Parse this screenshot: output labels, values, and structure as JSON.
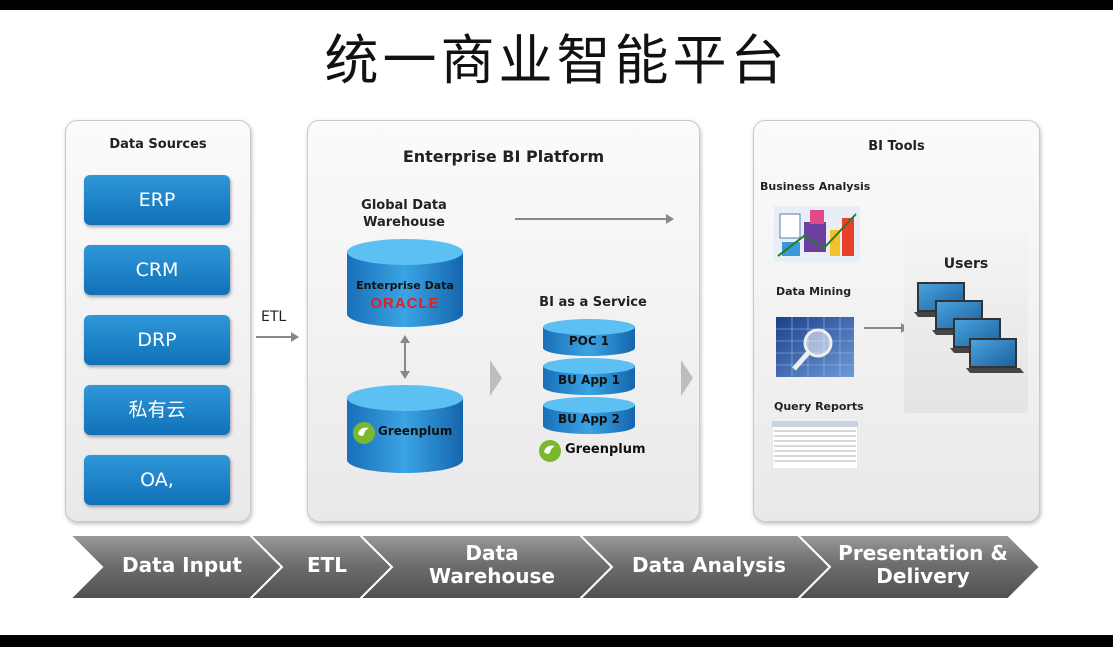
{
  "title": "统一商业智能平台",
  "data_sources": {
    "heading": "Data Sources",
    "items": [
      "ERP",
      "CRM",
      "DRP",
      "私有云",
      "OA,"
    ]
  },
  "etl_label": "ETL",
  "platform": {
    "heading": "Enterprise BI Platform",
    "warehouse_label": "Global Data Warehouse",
    "enterprise_db_label": "Enterprise Data",
    "oracle_logo": "ORACLE",
    "greenplum_logo": "Greenplum",
    "service_label": "BI as a Service",
    "service_items": [
      "POC 1",
      "BU App 1",
      "BU App 2"
    ]
  },
  "bi_tools": {
    "heading": "BI Tools",
    "business_analysis": "Business Analysis",
    "data_mining": "Data Mining",
    "query_reports": "Query Reports",
    "users": "Users"
  },
  "process_steps": [
    "Data Input",
    "ETL",
    "Data Warehouse",
    "Data Analysis",
    "Presentation & Delivery"
  ]
}
